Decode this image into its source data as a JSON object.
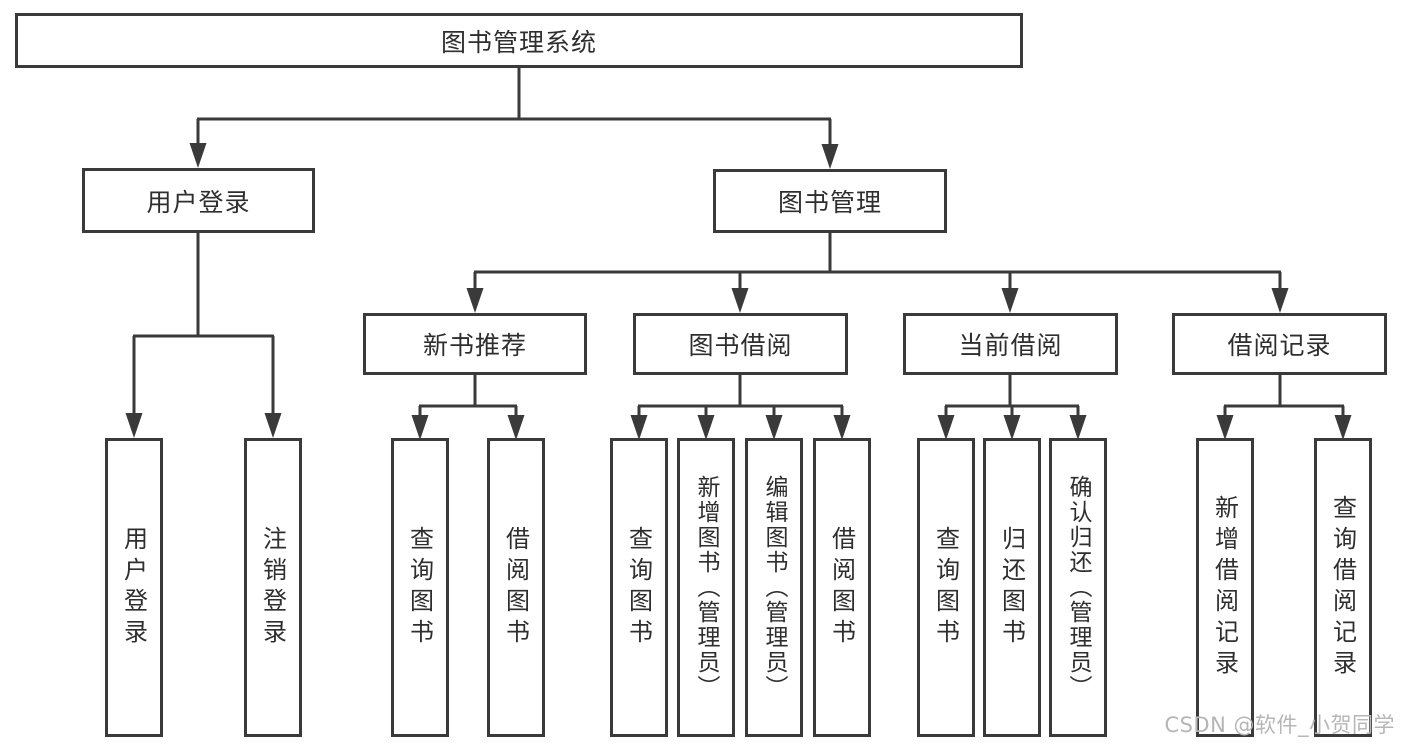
{
  "diagram": {
    "background_color": "#ffffff",
    "line_color": "#3a3a3a",
    "text_color": "#2e2e2e",
    "watermark_color": "#b6b6b6",
    "watermark": "CSDN @软件_小贺同学"
  },
  "nodes": {
    "root": "图书管理系统",
    "user_login": "用户登录",
    "book_mgmt": "图书管理",
    "new_book_rec": "新书推荐",
    "book_borrow": "图书借阅",
    "current_borrow": "当前借阅",
    "borrow_record": "借阅记录",
    "leaf_user_login": "用户登录",
    "leaf_logout": "注销登录",
    "leaf_rec_query_book": "查询图书",
    "leaf_rec_borrow_book": "借阅图书",
    "leaf_bor_query_book": "查询图书",
    "leaf_bor_add_book": "新增图书（管理员）",
    "leaf_bor_edit_book": "编辑图书（管理员）",
    "leaf_bor_borrow_book": "借阅图书",
    "leaf_cur_query_book": "查询图书",
    "leaf_cur_return_book": "归还图书",
    "leaf_cur_confirm_return": "确认归还（管理员）",
    "leaf_record_add": "新增借阅记录",
    "leaf_record_query": "查询借阅记录"
  }
}
